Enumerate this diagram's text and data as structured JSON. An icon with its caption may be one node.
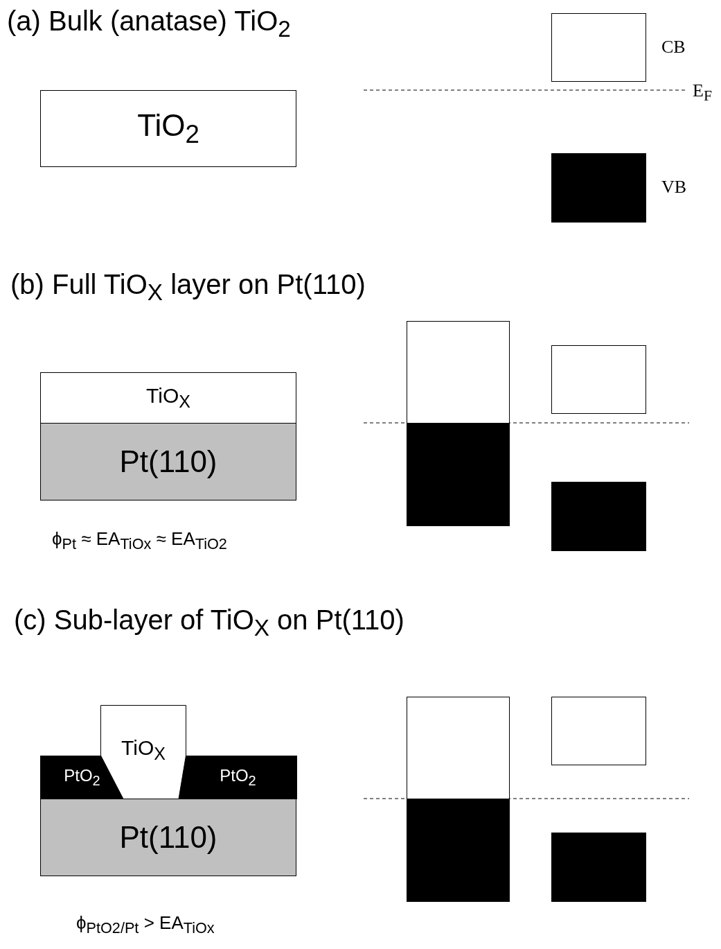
{
  "diagram": {
    "nodes": [
      {
        "text": [
          "TiO$_{2}$"
        ]
      },
      {
        "text": [],
        "shape": "box",
        "beside": [
          "CB"
        ]
      },
      {
        "text": [],
        "shape": "box",
        "beside": [
          "VB"
        ]
      },
      {
        "text": [
          "TiO$_{X}$"
        ]
      },
      {
        "text": [
          "Pt(110)"
        ]
      },
      {
        "text": [],
        "shape": "box"
      },
      {
        "text": [],
        "shape": "box"
      },
      {
        "text": [],
        "shape": "box"
      },
      {
        "text": [],
        "shape": "box"
      },
      {
        "text": [
          "TiO$_{X}$"
        ]
      },
      {
        "text": [
          "PtO$_{2}$"
        ]
      },
      {
        "text": [
          "PtO$_{2}$"
        ]
      },
      {
        "text": [
          "Pt(110)"
        ]
      },
      {
        "text": [],
        "shape": "box"
      },
      {
        "text": [],
        "shape": "box"
      },
      {
        "text": [],
        "shape": "box"
      },
      {
        "text": [],
        "shape": "box"
      }
    ],
    "edges": [],
    "labels": [
      "(a) Bulk (anatase) TiO$_{2}$",
      "E$_{F}$",
      "(b) Full TiO$_{X}$ layer on Pt(110)",
      "ϕ$_{Pt}$ ≈ EA$_{TiOx}$ ≈ EA$_{TiO2}$",
      "(c) Sub-layer of TiO$_{X}$ on Pt(110)",
      "ϕ$_{PtO2/Pt}$ > EA$_{TiOx}$"
    ]
  }
}
